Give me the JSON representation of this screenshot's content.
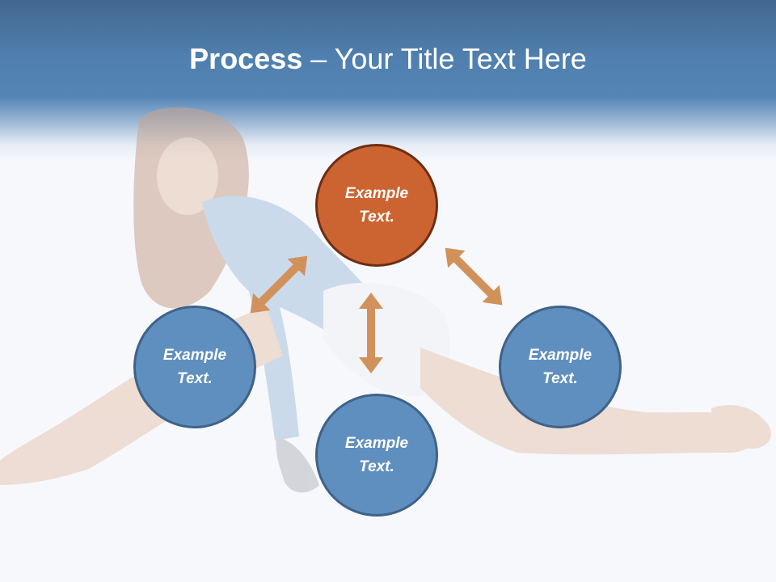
{
  "slide": {
    "title_bold": "Process",
    "title_rest": " – Your Title Text Here"
  },
  "nodes": {
    "top": {
      "line1": "Example",
      "line2": "Text."
    },
    "left": {
      "line1": "Example",
      "line2": "Text."
    },
    "right": {
      "line1": "Example",
      "line2": "Text."
    },
    "bottom": {
      "line1": "Example",
      "line2": "Text."
    }
  },
  "colors": {
    "header": "#4f7fae",
    "accent_node": "#cc6431",
    "blue_node": "#5f8fbe",
    "arrow": "#d1915b"
  }
}
